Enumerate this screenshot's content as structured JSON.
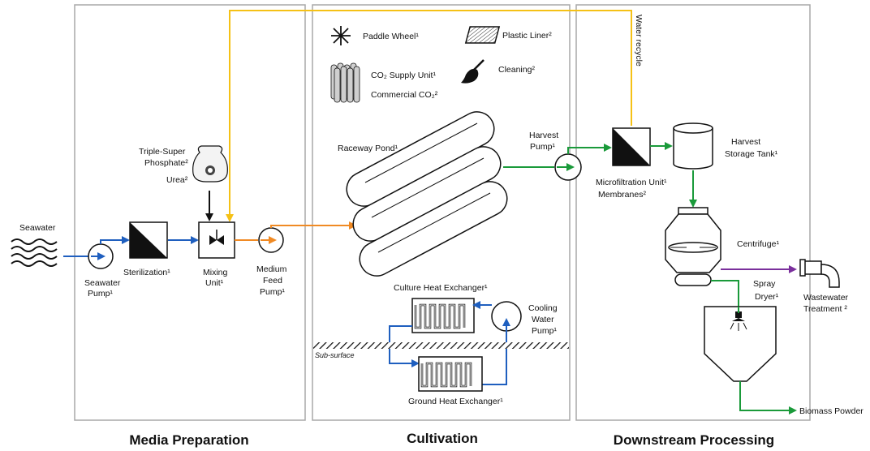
{
  "sections": {
    "media": "Media Preparation",
    "cultivation": "Cultivation",
    "downstream": "Downstream Processing"
  },
  "labels": {
    "seawater": "Seawater",
    "seawater_pump_1": "Seawater",
    "seawater_pump_2": "Pump¹",
    "sterilization": "Sterilization¹",
    "mixing_1": "Mixing",
    "mixing_2": "Unit¹",
    "medium_1": "Medium",
    "medium_2": "Feed",
    "medium_3": "Pump¹",
    "tsp_1": "Triple-Super",
    "tsp_2": "Phosphate²",
    "urea": "Urea²",
    "paddle": "Paddle Wheel¹",
    "liner": "Plastic Liner²",
    "co2_supply": "CO₂ Supply Unit¹",
    "co2_commercial": "Commercial CO₂²",
    "cleaning": "Cleaning²",
    "raceway": "Raceway Pond¹",
    "harvest_pump_1": "Harvest",
    "harvest_pump_2": "Pump¹",
    "culture_hx": "Culture Heat Exchanger¹",
    "cooling_1": "Cooling",
    "cooling_2": "Water",
    "cooling_3": "Pump¹",
    "subsurface": "Sub-surface",
    "ground_hx": "Ground Heat Exchanger¹",
    "microfiltration_1": "Microfiltration Unit¹",
    "microfiltration_2": "Membranes²",
    "harvest_tank_1": "Harvest",
    "harvest_tank_2": "Storage Tank¹",
    "centrifuge": "Centrifuge¹",
    "spray_1": "Spray",
    "spray_2": "Dryer¹",
    "wastewater_1": "Wastewater",
    "wastewater_2": "Treatment ²",
    "water_recycle": "Water recycle",
    "biomass": "Biomass Powder"
  },
  "colors": {
    "seawater_line": "#1f5fbf",
    "feed_line": "#f08a24",
    "harvest_line": "#1a9a3a",
    "recycle_line": "#f5c116",
    "waste_line": "#7a2f9c",
    "box_border": "#a9a9a9"
  }
}
